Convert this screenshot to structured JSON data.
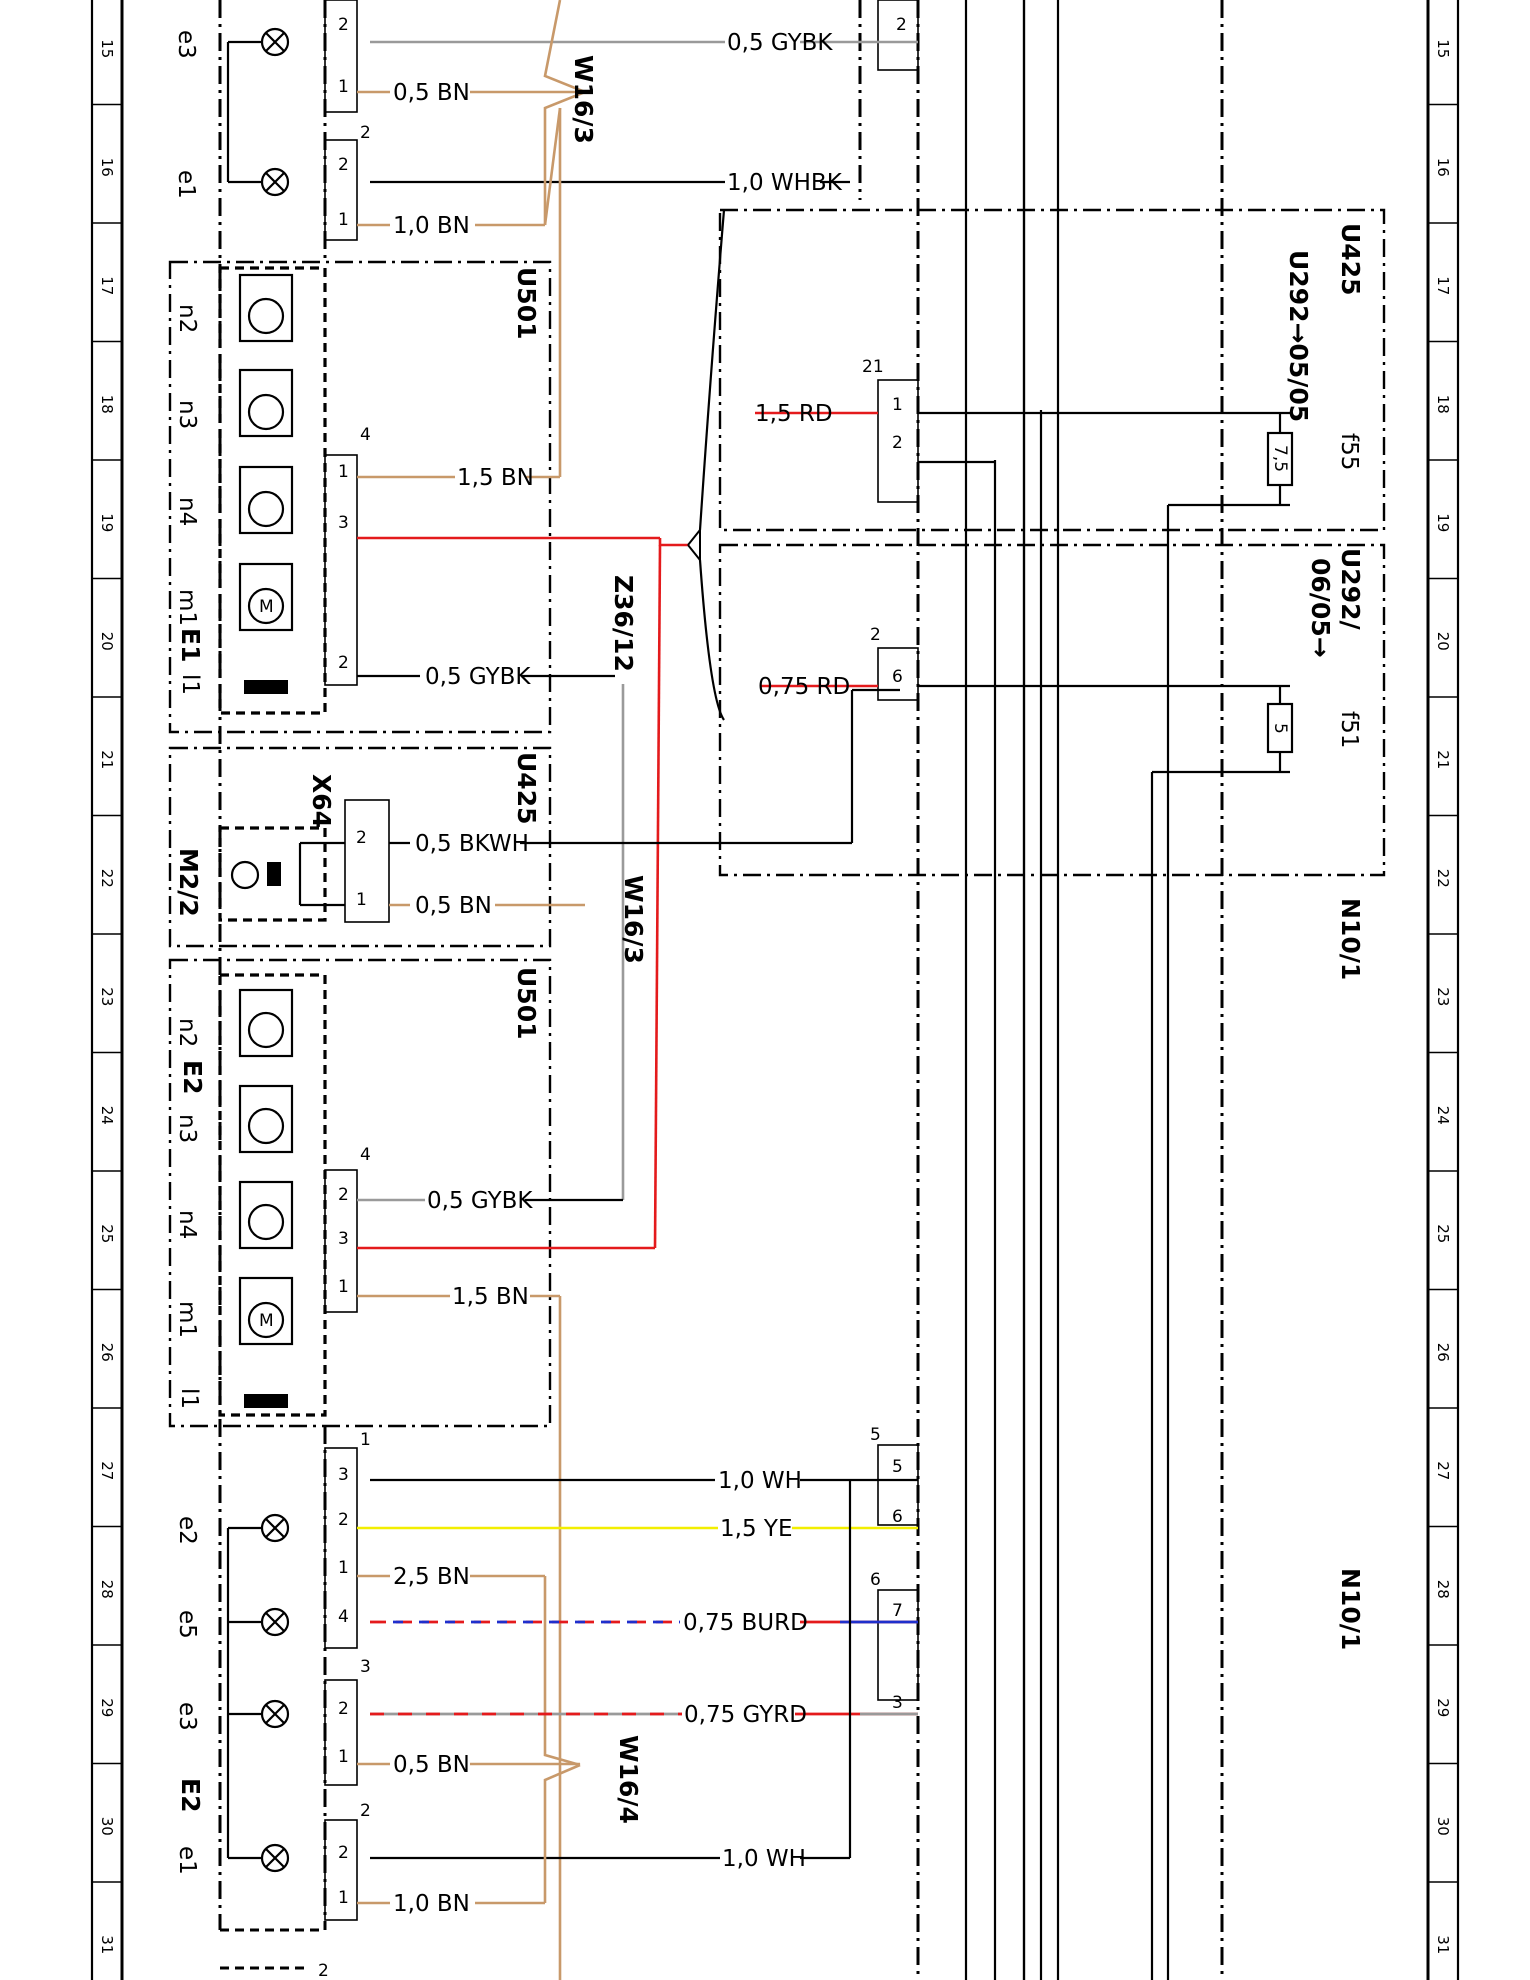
{
  "colors": {
    "brown": "#C8996A",
    "red": "#E41A1C",
    "yellow": "#F2EE00",
    "blue": "#1F2FCC",
    "grey": "#9A9A9A",
    "black": "#000000"
  },
  "row_numbers": [
    "15",
    "16",
    "17",
    "18",
    "19",
    "20",
    "21",
    "22",
    "23",
    "24",
    "25",
    "26",
    "27",
    "28",
    "29",
    "30",
    "31"
  ],
  "components": {
    "e3_top": "e3",
    "e1_top": "e1",
    "n2_a": "n2",
    "n3_a": "n3",
    "n4_a": "n4",
    "m1_a": "m1",
    "E1": "E1",
    "l1_a": "l1",
    "M2_2": "M2/2",
    "X64": "X64",
    "n2_b": "n2",
    "E2_a": "E2",
    "n3_b": "n3",
    "n4_b": "n4",
    "m1_b": "m1",
    "l1_b": "l1",
    "e2": "e2",
    "e5": "e5",
    "e3_bottom": "e3",
    "E2_b": "E2",
    "e1_bottom": "e1",
    "motor_symbol": "M"
  },
  "modules": {
    "U501_a": "U501",
    "U425_a": "U425",
    "U501_b": "U501",
    "U425_b": "U425",
    "U292_05": "U292→05/05",
    "U292_06a": "U292/",
    "U292_06b": "06/05→",
    "N10_1_a": "N10/1",
    "N10_1_b": "N10/1",
    "f55": "f55",
    "f51": "f51",
    "fuse_f55": "7,5",
    "fuse_f51": "5"
  },
  "refs": {
    "W16_3_a": "W16/3",
    "W16_3_b": "W16/3",
    "Z36_12": "Z36/12",
    "W16_4": "W16/4"
  },
  "wires": {
    "w1": "0,5 GYBK",
    "w2": "0,5 BN",
    "w3": "1,0 WHBK",
    "w4": "1,0 BN",
    "w5": "1,5 BN",
    "w6": "0,5 GYBK",
    "w7": "0,5 BKWH",
    "w8": "0,5 BN",
    "w9": "0,5 GYBK",
    "w10": "1,5 BN",
    "w11": "1,0 WH",
    "w12": "1,5 YE",
    "w13": "2,5 BN",
    "w14": "0,75 BURD",
    "w15": "0,75 GYRD",
    "w16": "0,5 BN",
    "w17": "1,0 WH",
    "w18": "1,0 BN",
    "w19": "1,5 RD",
    "w20": "0,75 RD"
  },
  "pins": {
    "p_top_1": "2",
    "p_top_2": "1",
    "p_top_3": "2",
    "p_top_4": "2",
    "p_top_5": "1",
    "p_top_6": "2",
    "p_a_hdr": "4",
    "p_a_1": "1",
    "p_a_3": "3",
    "p_a_2": "2",
    "p_x64_2": "2",
    "p_x64_1": "1",
    "p_b_hdr": "4",
    "p_b_2": "2",
    "p_b_3": "3",
    "p_b_1": "1",
    "p_c_hdr1": "1",
    "p_c_3": "3",
    "p_c_2": "2",
    "p_c_1": "1",
    "p_c_4": "4",
    "p_c_hdr3": "3",
    "p_c_2b": "2",
    "p_c_1b": "1",
    "p_c_hdr2": "2",
    "p_c_2c": "2",
    "p_c_1c": "1",
    "p_c_end": "2",
    "p_r_21": "21",
    "p_r_1": "1",
    "p_r_2": "2",
    "p_r_hdr2": "2",
    "p_r_6": "6",
    "p_r_hdr5": "5",
    "p_r_5": "5",
    "p_r_6b": "6",
    "p_r_hdr6": "6",
    "p_r_7": "7",
    "p_r_3": "3"
  }
}
